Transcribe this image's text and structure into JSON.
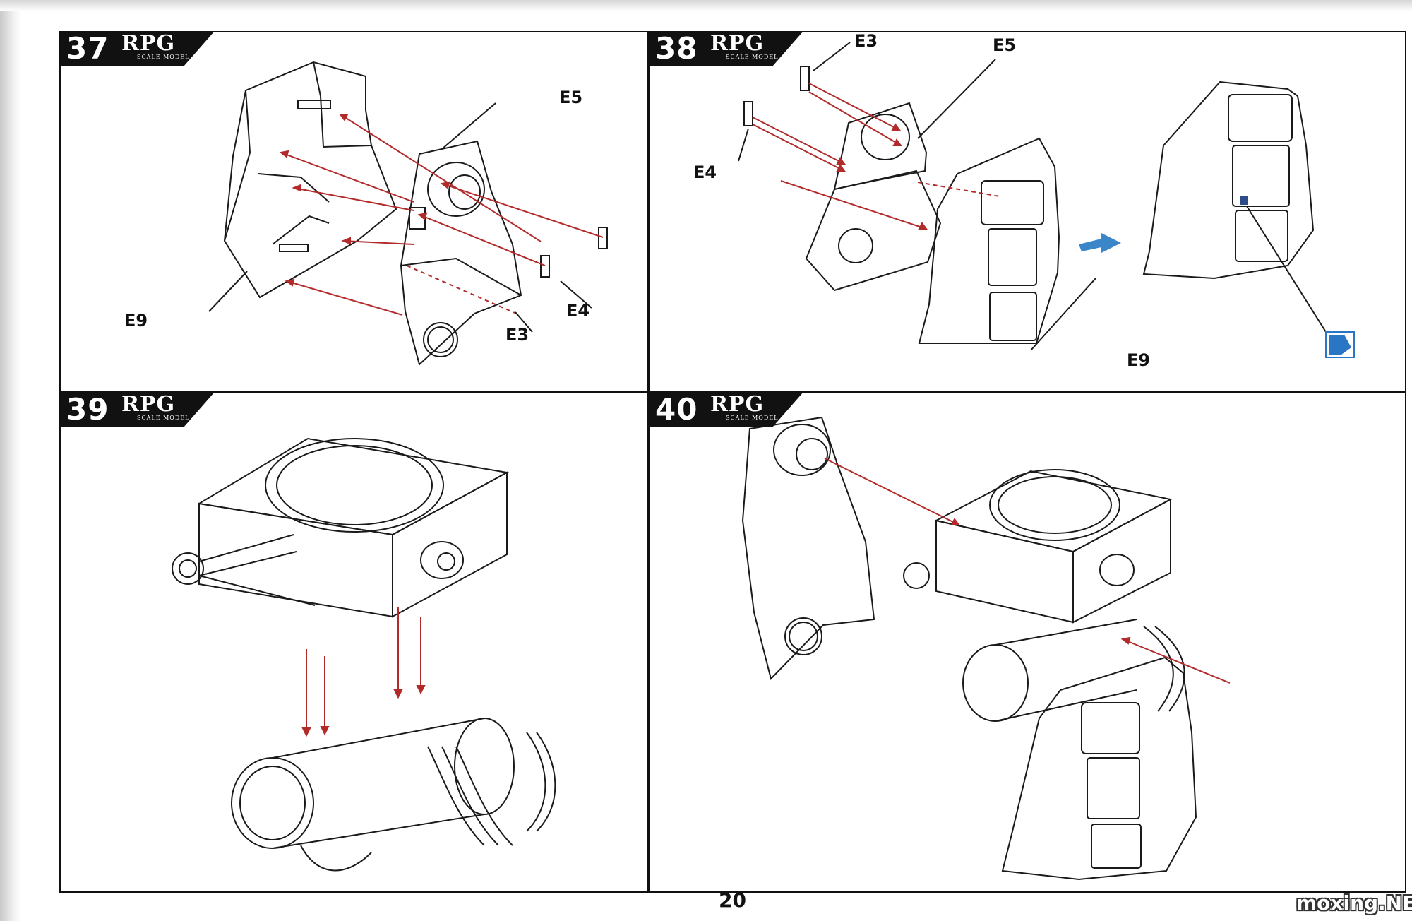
{
  "steps": [
    {
      "number": "37",
      "brand": "RPG",
      "sub": "SCALE MODEL",
      "labels": [
        "E5",
        "E9",
        "E3",
        "E4"
      ]
    },
    {
      "number": "38",
      "brand": "RPG",
      "sub": "SCALE MODEL",
      "labels": [
        "E3",
        "E5",
        "E4",
        "E9"
      ]
    },
    {
      "number": "39",
      "brand": "RPG",
      "sub": "SCALE MODEL",
      "labels": []
    },
    {
      "number": "40",
      "brand": "RPG",
      "sub": "SCALE MODEL",
      "labels": []
    }
  ],
  "page_number": "20",
  "watermark": "moxing.NET",
  "colors": {
    "arrow": "#b22a2a",
    "direction_arrow": "#3b86c8",
    "line": "#1a1a1a"
  }
}
